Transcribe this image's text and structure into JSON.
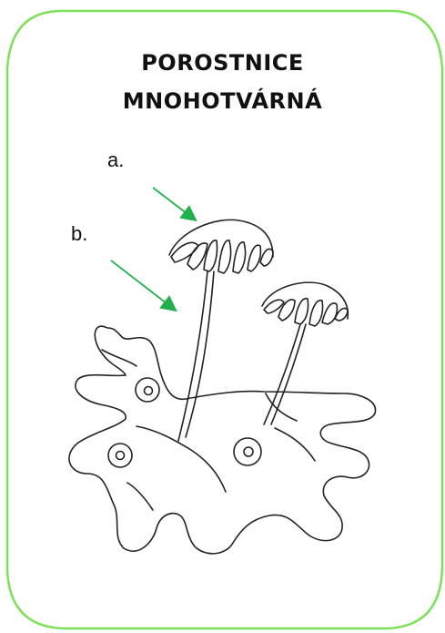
{
  "title": {
    "line1": "POROSTNICE",
    "line2": "MNOHOTVÁRNÁ"
  },
  "labels": {
    "a": "a.",
    "b": "b."
  },
  "colors": {
    "frame_border": "#7ee05a",
    "arrow": "#22b04c",
    "ink": "#222222"
  }
}
